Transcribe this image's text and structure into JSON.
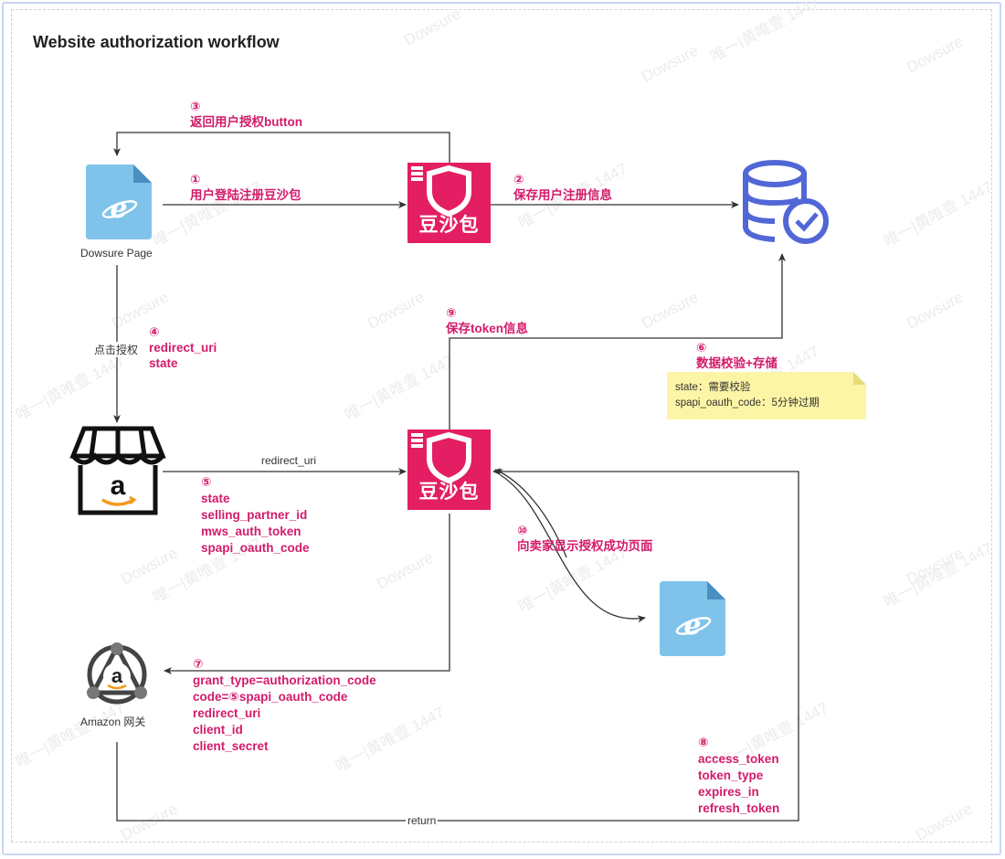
{
  "title": "Website authorization workflow",
  "watermarks": [
    "Dowsure",
    "唯一|黄唯壹 1447"
  ],
  "nodes": {
    "dowsure_page": "Dowsure Page",
    "logo_text": "豆沙包",
    "amazon_gateway": "Amazon 网关",
    "amazon_store_glyph": "a"
  },
  "steps": {
    "s1": {
      "num": "①",
      "text": "用户登陆注册豆沙包"
    },
    "s2": {
      "num": "②",
      "text": "保存用户注册信息"
    },
    "s3": {
      "num": "③",
      "text": "返回用户授权button"
    },
    "s4": {
      "num": "④",
      "lines": [
        "redirect_uri",
        "state"
      ]
    },
    "s5": {
      "num": "⑤",
      "lines": [
        "state",
        "selling_partner_id",
        "mws_auth_token",
        "spapi_oauth_code"
      ]
    },
    "s6": {
      "num": "⑥",
      "text": "数据校验+存储"
    },
    "s7": {
      "num": "⑦",
      "lines": [
        "grant_type=authorization_code",
        "code=⑤spapi_oauth_code",
        "redirect_uri",
        "client_id",
        "client_secret"
      ]
    },
    "s8": {
      "num": "⑧",
      "lines": [
        "access_token",
        "token_type",
        "expires_in",
        "refresh_token"
      ]
    },
    "s9": {
      "num": "⑨",
      "text": "保存token信息"
    },
    "s10": {
      "num": "⑩",
      "text": "向卖家显示授权成功页面"
    }
  },
  "edge_labels": {
    "click_authorize": "点击授权",
    "redirect_uri": "redirect_uri",
    "return": "return"
  },
  "note": {
    "lines": [
      "state：需要校验",
      "spapi_oauth_code：5分钟过期"
    ]
  },
  "colors": {
    "accent": "#d31b6a",
    "logo_bg": "#e31e63",
    "doc_icon": "#7fc3ea",
    "db_icon": "#5267d6",
    "note_bg": "#fdf5a6"
  }
}
